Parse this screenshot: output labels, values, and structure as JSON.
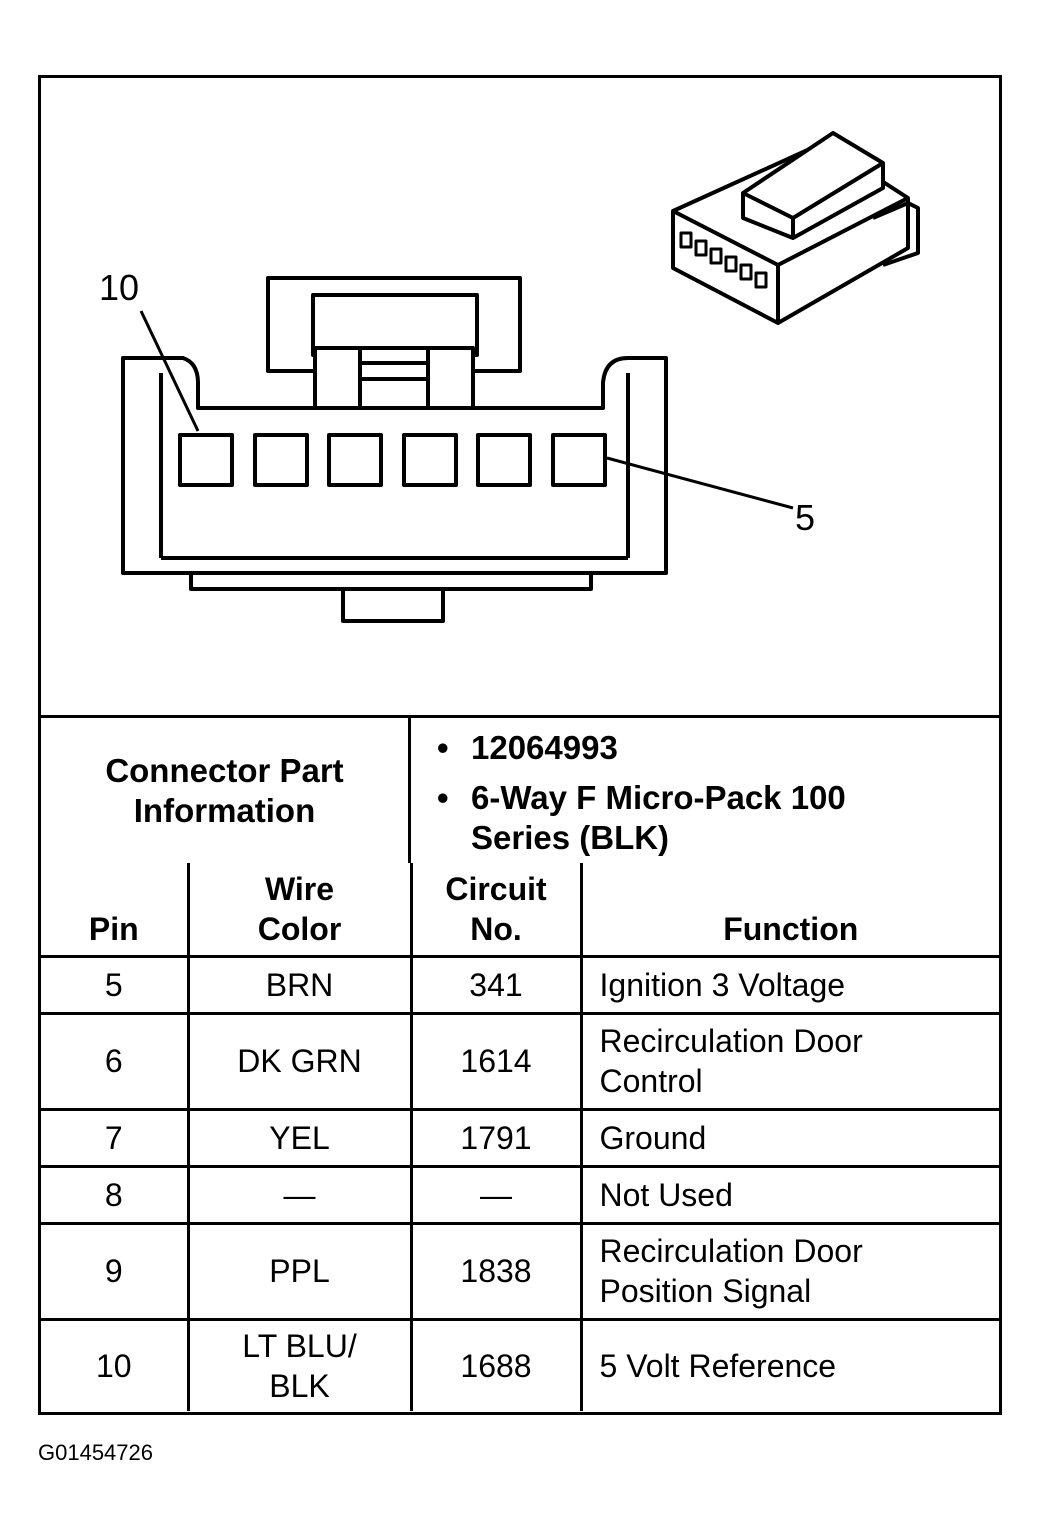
{
  "diagram": {
    "pin_label_left": "10",
    "pin_label_right": "5"
  },
  "connector_part_info": {
    "label": "Connector Part Information",
    "items": [
      "12064993",
      "6-Way F Micro-Pack 100 Series (BLK)"
    ]
  },
  "table": {
    "headers": {
      "pin": "Pin",
      "wire_color": "Wire Color",
      "circuit_no": "Circuit No.",
      "function": "Function"
    },
    "rows": [
      {
        "pin": "5",
        "wire_color": "BRN",
        "circuit_no": "341",
        "function": "Ignition 3 Voltage"
      },
      {
        "pin": "6",
        "wire_color": "DK GRN",
        "circuit_no": "1614",
        "function": "Recirculation Door Control"
      },
      {
        "pin": "7",
        "wire_color": "YEL",
        "circuit_no": "1791",
        "function": "Ground"
      },
      {
        "pin": "8",
        "wire_color": "—",
        "circuit_no": "—",
        "function": "Not Used"
      },
      {
        "pin": "9",
        "wire_color": "PPL",
        "circuit_no": "1838",
        "function": "Recirculation Door Position Signal"
      },
      {
        "pin": "10",
        "wire_color": "LT BLU/ BLK",
        "circuit_no": "1688",
        "function": "5 Volt Reference"
      }
    ]
  },
  "figure_id": "G01454726"
}
